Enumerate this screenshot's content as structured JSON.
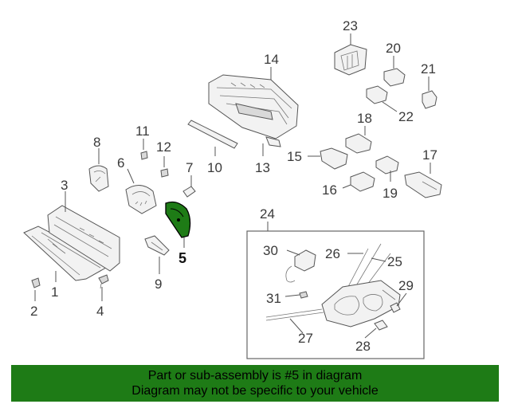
{
  "diagram": {
    "callouts": [
      "1",
      "2",
      "3",
      "4",
      "5",
      "6",
      "7",
      "8",
      "9",
      "10",
      "11",
      "12",
      "13",
      "14",
      "15",
      "16",
      "17",
      "18",
      "19",
      "20",
      "21",
      "22",
      "23",
      "24",
      "25",
      "26",
      "27",
      "28",
      "29",
      "30",
      "31"
    ],
    "highlighted_part": "5",
    "highlight_color": "#1e7b16"
  },
  "footer": {
    "line1": "Part or sub-assembly is #5 in diagram",
    "line2": "Diagram may not be specific to your vehicle",
    "background": "#1e7b16"
  }
}
